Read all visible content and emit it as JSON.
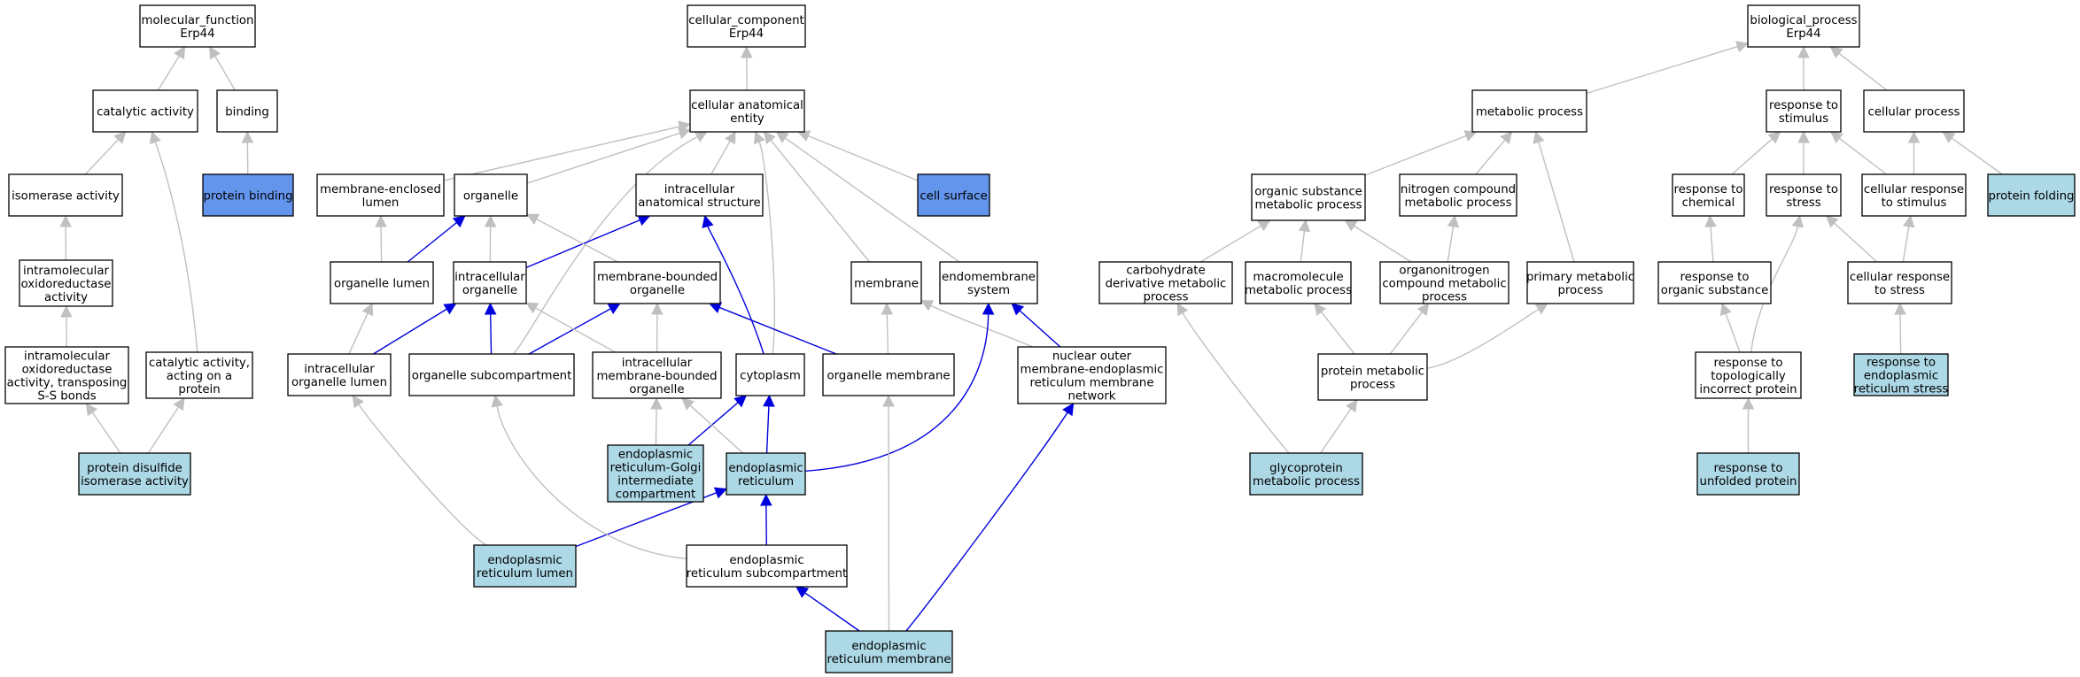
{
  "colors": {
    "grey": "#c0c0c0",
    "blue": "#0000dd",
    "white": "#ffffff",
    "light": "#add8e6",
    "medium": "#6495ed"
  },
  "nodes": [
    {
      "id": "mf",
      "label": [
        "molecular_function",
        "Erp44"
      ],
      "fill": "white"
    },
    {
      "id": "catalytic",
      "label": [
        "catalytic activity"
      ],
      "fill": "white"
    },
    {
      "id": "binding",
      "label": [
        "binding"
      ],
      "fill": "white"
    },
    {
      "id": "isomerase",
      "label": [
        "isomerase activity"
      ],
      "fill": "white"
    },
    {
      "id": "protbind",
      "label": [
        "protein binding"
      ],
      "fill": "medium"
    },
    {
      "id": "intramol",
      "label": [
        "intramolecular",
        "oxidoreductase",
        "activity"
      ],
      "fill": "white"
    },
    {
      "id": "intramolss",
      "label": [
        "intramolecular",
        "oxidoreductase",
        "activity, transposing",
        "S-S bonds"
      ],
      "fill": "white"
    },
    {
      "id": "catprot",
      "label": [
        "catalytic activity,",
        "acting on a",
        "protein"
      ],
      "fill": "white"
    },
    {
      "id": "pdi",
      "label": [
        "protein disulfide",
        "isomerase activity"
      ],
      "fill": "light"
    },
    {
      "id": "cc",
      "label": [
        "cellular_component",
        "Erp44"
      ],
      "fill": "white"
    },
    {
      "id": "cae",
      "label": [
        "cellular anatomical",
        "entity"
      ],
      "fill": "white"
    },
    {
      "id": "mel",
      "label": [
        "membrane-enclosed",
        "lumen"
      ],
      "fill": "white"
    },
    {
      "id": "organelle",
      "label": [
        "organelle"
      ],
      "fill": "white"
    },
    {
      "id": "ias",
      "label": [
        "intracellular",
        "anatomical structure"
      ],
      "fill": "white"
    },
    {
      "id": "cellsurf",
      "label": [
        "cell surface"
      ],
      "fill": "medium"
    },
    {
      "id": "orglumen",
      "label": [
        "organelle lumen"
      ],
      "fill": "white"
    },
    {
      "id": "intorg",
      "label": [
        "intracellular",
        "organelle"
      ],
      "fill": "white"
    },
    {
      "id": "mbo",
      "label": [
        "membrane-bounded",
        "organelle"
      ],
      "fill": "white"
    },
    {
      "id": "membrane",
      "label": [
        "membrane"
      ],
      "fill": "white"
    },
    {
      "id": "endomem",
      "label": [
        "endomembrane",
        "system"
      ],
      "fill": "white"
    },
    {
      "id": "intorglumen",
      "label": [
        "intracellular",
        "organelle lumen"
      ],
      "fill": "white"
    },
    {
      "id": "orgsub",
      "label": [
        "organelle subcompartment"
      ],
      "fill": "white"
    },
    {
      "id": "imbo",
      "label": [
        "intracellular",
        "membrane-bounded",
        "organelle"
      ],
      "fill": "white"
    },
    {
      "id": "cytoplasm",
      "label": [
        "cytoplasm"
      ],
      "fill": "white"
    },
    {
      "id": "orgmem",
      "label": [
        "organelle membrane"
      ],
      "fill": "white"
    },
    {
      "id": "nucouter",
      "label": [
        "nuclear outer",
        "membrane-endoplasmic",
        "reticulum membrane",
        "network"
      ],
      "fill": "white"
    },
    {
      "id": "ergic",
      "label": [
        "endoplasmic",
        "reticulum-Golgi",
        "intermediate",
        "compartment"
      ],
      "fill": "light"
    },
    {
      "id": "er",
      "label": [
        "endoplasmic",
        "reticulum"
      ],
      "fill": "light"
    },
    {
      "id": "erlumen",
      "label": [
        "endoplasmic",
        "reticulum lumen"
      ],
      "fill": "light"
    },
    {
      "id": "ersub",
      "label": [
        "endoplasmic",
        "reticulum subcompartment"
      ],
      "fill": "white"
    },
    {
      "id": "ermem",
      "label": [
        "endoplasmic",
        "reticulum membrane"
      ],
      "fill": "light"
    },
    {
      "id": "bp",
      "label": [
        "biological_process",
        "Erp44"
      ],
      "fill": "white"
    },
    {
      "id": "metab",
      "label": [
        "metabolic process"
      ],
      "fill": "white"
    },
    {
      "id": "respstim",
      "label": [
        "response to",
        "stimulus"
      ],
      "fill": "white"
    },
    {
      "id": "cellproc",
      "label": [
        "cellular process"
      ],
      "fill": "white"
    },
    {
      "id": "orgsubmet",
      "label": [
        "organic substance",
        "metabolic process"
      ],
      "fill": "white"
    },
    {
      "id": "nitro",
      "label": [
        "nitrogen compound",
        "metabolic process"
      ],
      "fill": "white"
    },
    {
      "id": "respchem",
      "label": [
        "response to",
        "chemical"
      ],
      "fill": "white"
    },
    {
      "id": "respstress",
      "label": [
        "response to",
        "stress"
      ],
      "fill": "white"
    },
    {
      "id": "cellrespstim",
      "label": [
        "cellular response",
        "to stimulus"
      ],
      "fill": "white"
    },
    {
      "id": "protfold",
      "label": [
        "protein folding"
      ],
      "fill": "light"
    },
    {
      "id": "carbo",
      "label": [
        "carbohydrate",
        "derivative metabolic",
        "process"
      ],
      "fill": "white"
    },
    {
      "id": "macro",
      "label": [
        "macromolecule",
        "metabolic process"
      ],
      "fill": "white"
    },
    {
      "id": "orgnitro",
      "label": [
        "organonitrogen",
        "compound metabolic",
        "process"
      ],
      "fill": "white"
    },
    {
      "id": "primary",
      "label": [
        "primary metabolic",
        "process"
      ],
      "fill": "white"
    },
    {
      "id": "resporg",
      "label": [
        "response to",
        "organic substance"
      ],
      "fill": "white"
    },
    {
      "id": "cellrespstress",
      "label": [
        "cellular response",
        "to stress"
      ],
      "fill": "white"
    },
    {
      "id": "protmet",
      "label": [
        "protein metabolic",
        "process"
      ],
      "fill": "white"
    },
    {
      "id": "resptopo",
      "label": [
        "response to",
        "topologically",
        "incorrect protein"
      ],
      "fill": "white"
    },
    {
      "id": "resperstress",
      "label": [
        "response to",
        "endoplasmic",
        "reticulum stress"
      ],
      "fill": "light"
    },
    {
      "id": "glyco",
      "label": [
        "glycoprotein",
        "metabolic process"
      ],
      "fill": "light"
    },
    {
      "id": "respunf",
      "label": [
        "response to",
        "unfolded protein"
      ],
      "fill": "light"
    }
  ],
  "edges": [
    {
      "from": "catalytic",
      "to": "mf",
      "color": "grey"
    },
    {
      "from": "binding",
      "to": "mf",
      "color": "grey"
    },
    {
      "from": "isomerase",
      "to": "catalytic",
      "color": "grey"
    },
    {
      "from": "protbind",
      "to": "binding",
      "color": "grey"
    },
    {
      "from": "intramol",
      "to": "isomerase",
      "color": "grey"
    },
    {
      "from": "intramolss",
      "to": "intramol",
      "color": "grey"
    },
    {
      "from": "catprot",
      "to": "catalytic",
      "color": "grey"
    },
    {
      "from": "pdi",
      "to": "intramolss",
      "color": "grey"
    },
    {
      "from": "pdi",
      "to": "catprot",
      "color": "grey"
    },
    {
      "from": "cae",
      "to": "cc",
      "color": "grey"
    },
    {
      "from": "mel",
      "to": "cae",
      "color": "grey"
    },
    {
      "from": "organelle",
      "to": "cae",
      "color": "grey"
    },
    {
      "from": "ias",
      "to": "cae",
      "color": "grey"
    },
    {
      "from": "cellsurf",
      "to": "cae",
      "color": "grey"
    },
    {
      "from": "membrane",
      "to": "cae",
      "color": "grey"
    },
    {
      "from": "endomem",
      "to": "cae",
      "color": "grey"
    },
    {
      "from": "cytoplasm",
      "to": "cae",
      "color": "grey"
    },
    {
      "from": "orgsub",
      "to": "cae",
      "color": "grey"
    },
    {
      "from": "orglumen",
      "to": "mel",
      "color": "grey"
    },
    {
      "from": "orglumen",
      "to": "organelle",
      "color": "blue"
    },
    {
      "from": "intorg",
      "to": "organelle",
      "color": "grey"
    },
    {
      "from": "intorg",
      "to": "ias",
      "color": "blue"
    },
    {
      "from": "mbo",
      "to": "organelle",
      "color": "grey"
    },
    {
      "from": "intorglumen",
      "to": "orglumen",
      "color": "grey"
    },
    {
      "from": "intorglumen",
      "to": "intorg",
      "color": "blue"
    },
    {
      "from": "orgsub",
      "to": "intorg",
      "color": "blue"
    },
    {
      "from": "orgsub",
      "to": "mbo",
      "color": "blue"
    },
    {
      "from": "imbo",
      "to": "intorg",
      "color": "grey"
    },
    {
      "from": "imbo",
      "to": "mbo",
      "color": "grey"
    },
    {
      "from": "cytoplasm",
      "to": "ias",
      "color": "blue"
    },
    {
      "from": "orgmem",
      "to": "membrane",
      "color": "grey"
    },
    {
      "from": "orgmem",
      "to": "mbo",
      "color": "blue"
    },
    {
      "from": "nucouter",
      "to": "membrane",
      "color": "grey"
    },
    {
      "from": "nucouter",
      "to": "endomem",
      "color": "blue"
    },
    {
      "from": "ergic",
      "to": "imbo",
      "color": "grey"
    },
    {
      "from": "ergic",
      "to": "cytoplasm",
      "color": "blue"
    },
    {
      "from": "er",
      "to": "imbo",
      "color": "grey"
    },
    {
      "from": "er",
      "to": "cytoplasm",
      "color": "blue"
    },
    {
      "from": "er",
      "to": "endomem",
      "color": "blue"
    },
    {
      "from": "erlumen",
      "to": "intorglumen",
      "color": "grey"
    },
    {
      "from": "erlumen",
      "to": "er",
      "color": "blue"
    },
    {
      "from": "ersub",
      "to": "orgsub",
      "color": "grey"
    },
    {
      "from": "ersub",
      "to": "er",
      "color": "blue"
    },
    {
      "from": "ermem",
      "to": "orgmem",
      "color": "grey"
    },
    {
      "from": "ermem",
      "to": "ersub",
      "color": "blue"
    },
    {
      "from": "ermem",
      "to": "nucouter",
      "color": "blue"
    },
    {
      "from": "metab",
      "to": "bp",
      "color": "grey"
    },
    {
      "from": "respstim",
      "to": "bp",
      "color": "grey"
    },
    {
      "from": "cellproc",
      "to": "bp",
      "color": "grey"
    },
    {
      "from": "orgsubmet",
      "to": "metab",
      "color": "grey"
    },
    {
      "from": "nitro",
      "to": "metab",
      "color": "grey"
    },
    {
      "from": "primary",
      "to": "metab",
      "color": "grey"
    },
    {
      "from": "respchem",
      "to": "respstim",
      "color": "grey"
    },
    {
      "from": "respstress",
      "to": "respstim",
      "color": "grey"
    },
    {
      "from": "cellrespstim",
      "to": "respstim",
      "color": "grey"
    },
    {
      "from": "cellrespstim",
      "to": "cellproc",
      "color": "grey"
    },
    {
      "from": "protfold",
      "to": "cellproc",
      "color": "grey"
    },
    {
      "from": "carbo",
      "to": "orgsubmet",
      "color": "grey"
    },
    {
      "from": "macro",
      "to": "orgsubmet",
      "color": "grey"
    },
    {
      "from": "orgnitro",
      "to": "orgsubmet",
      "color": "grey"
    },
    {
      "from": "orgnitro",
      "to": "nitro",
      "color": "grey"
    },
    {
      "from": "resporg",
      "to": "respchem",
      "color": "grey"
    },
    {
      "from": "cellrespstress",
      "to": "respstress",
      "color": "grey"
    },
    {
      "from": "cellrespstress",
      "to": "cellrespstim",
      "color": "grey"
    },
    {
      "from": "protmet",
      "to": "macro",
      "color": "grey"
    },
    {
      "from": "protmet",
      "to": "orgnitro",
      "color": "grey"
    },
    {
      "from": "protmet",
      "to": "primary",
      "color": "grey"
    },
    {
      "from": "resptopo",
      "to": "resporg",
      "color": "grey"
    },
    {
      "from": "resptopo",
      "to": "respstress",
      "color": "grey"
    },
    {
      "from": "resperstress",
      "to": "cellrespstress",
      "color": "grey"
    },
    {
      "from": "glyco",
      "to": "carbo",
      "color": "grey"
    },
    {
      "from": "glyco",
      "to": "protmet",
      "color": "grey"
    },
    {
      "from": "respunf",
      "to": "resptopo",
      "color": "grey"
    }
  ]
}
